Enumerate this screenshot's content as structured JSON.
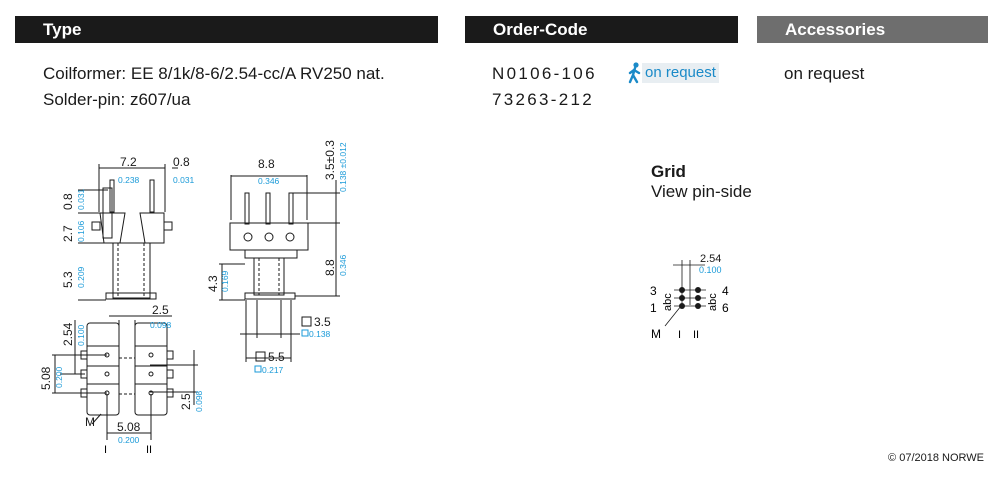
{
  "headers": {
    "type": "Type",
    "order_code": "Order-Code",
    "accessories": "Accessories"
  },
  "type_rows": [
    {
      "label": "Coilformer:",
      "value": "EE 8/1k/8-6/2.54-cc/A RV250 nat."
    },
    {
      "label": "Solder-pin:",
      "value": "z607/ua"
    }
  ],
  "order_codes": [
    "N0106-106",
    "73263-212"
  ],
  "availability_badge": {
    "icon": "walking-person-icon",
    "label": "on request"
  },
  "accessories_value": "on request",
  "grid": {
    "title": "Grid",
    "subtitle": "View pin-side",
    "pitch_mm": "2.54",
    "pitch_in": "0.100",
    "pin_left_top": "3",
    "pin_left_bottom": "1",
    "pin_right_top": "4",
    "pin_right_bottom": "6",
    "row_letters": "abc",
    "marker": "M",
    "col_1": "I",
    "col_2": "II"
  },
  "drawing_dims": {
    "front_width_mm": "7.2",
    "front_width_in": "0.238",
    "pin_offset_mm": "0.8",
    "pin_offset_in": "0.031",
    "pin_top_mm": "0.8",
    "pin_top_in": "0.031",
    "flange_mm": "2.7",
    "flange_in": "0.106",
    "body_mm": "5.3",
    "body_in": "0.209",
    "side_width_mm": "8.8",
    "side_width_in": "0.346",
    "pin_len_mm": "3.5±0.3",
    "pin_len_in": "0.138 ±0.012",
    "height_mm": "8.8",
    "height_in": "0.346",
    "core_h_mm": "4.3",
    "core_h_in": "0.169",
    "inner_sq_mm": "3.5",
    "inner_sq_in": "0.138",
    "outer_sq_mm": "5.5",
    "outer_sq_in": "0.217",
    "pitch_mm": "2.54",
    "pitch_in": "0.100",
    "rowgap_mm": "2.5",
    "rowgap_in": "0.098",
    "span_mm": "5.08",
    "span_in": "0.200",
    "colgap_mm": "5.08",
    "colgap_in": "0.200",
    "side_mm": "2.5",
    "side_in": "0.098",
    "marker": "M",
    "col_1": "I",
    "col_2": "II"
  },
  "copyright": "© 07/2018 NORWE"
}
